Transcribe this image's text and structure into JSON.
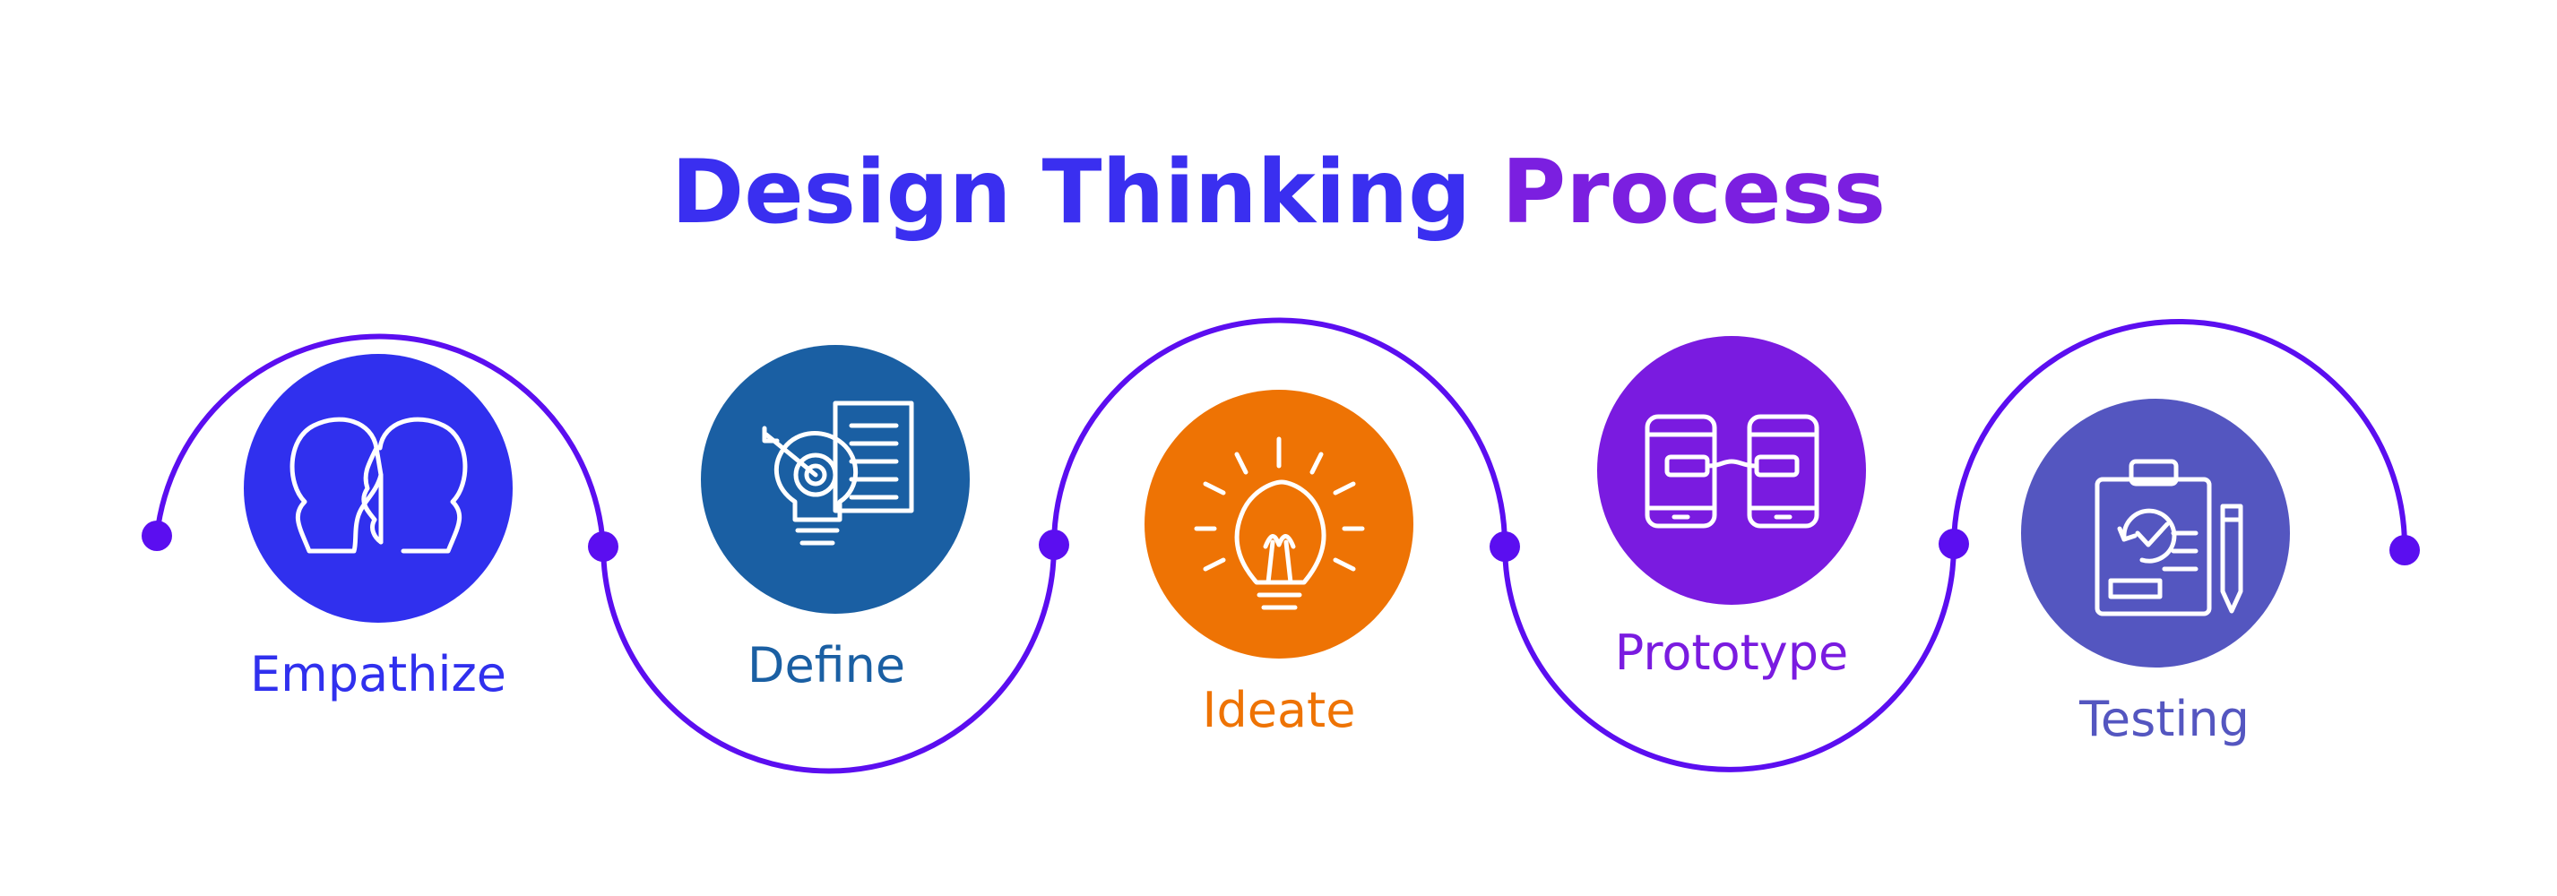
{
  "title": {
    "part1": "Design Thinking",
    "part2": "Process",
    "color1": "#3a2ff0",
    "color2": "#7b1fe0"
  },
  "line_color": "#5b0ef0",
  "stages": [
    {
      "label": "Empathize",
      "icon": "two-heads-icon",
      "color": "#3030ee"
    },
    {
      "label": "Define",
      "icon": "target-document-bulb-icon",
      "color": "#1a5fa3"
    },
    {
      "label": "Ideate",
      "icon": "light-bulb-icon",
      "color": "#ee7304"
    },
    {
      "label": "Prototype",
      "icon": "linked-phones-icon",
      "color": "#7a1be0"
    },
    {
      "label": "Testing",
      "icon": "clipboard-pencil-icon",
      "color": "#5456c0"
    }
  ]
}
